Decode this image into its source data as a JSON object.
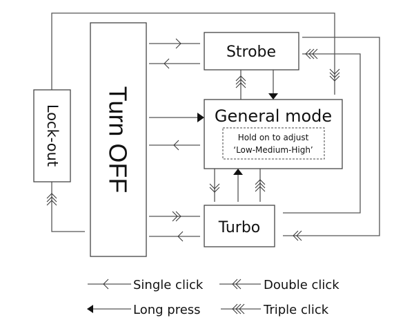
{
  "nodes": {
    "turn_off": "Turn OFF",
    "lock_out": "Lock-out",
    "strobe": "Strobe",
    "general_mode": "General mode",
    "general_note_line1": "Hold on to adjust",
    "general_note_line2": "‘Low-Medium-High’",
    "turbo": "Turbo"
  },
  "legend": {
    "single_click": "Single click",
    "double_click": "Double click",
    "long_press": "Long press",
    "triple_click": "Triple click"
  }
}
